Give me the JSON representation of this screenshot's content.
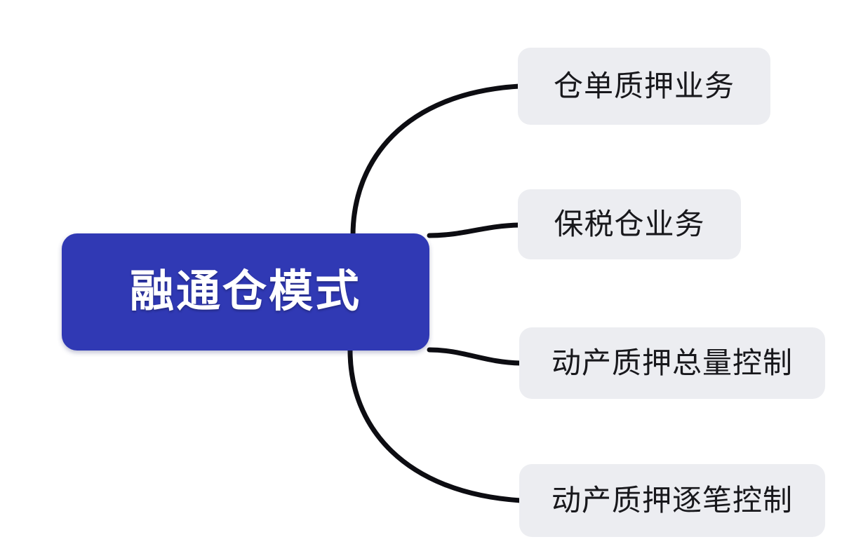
{
  "diagram": {
    "type": "mind-map",
    "orientation": "left-root-right-children",
    "background_color": "#ffffff",
    "root": {
      "label": "融通仓模式",
      "fill_color": "#3039b4",
      "text_color": "#ffffff"
    },
    "child_style": {
      "fill_color": "#ecedf1",
      "text_color": "#18181c"
    },
    "connector_color": "#0d0d12",
    "children": [
      {
        "label": "仓单质押业务"
      },
      {
        "label": "保税仓业务"
      },
      {
        "label": "动产质押总量控制"
      },
      {
        "label": "动产质押逐笔控制"
      }
    ]
  }
}
